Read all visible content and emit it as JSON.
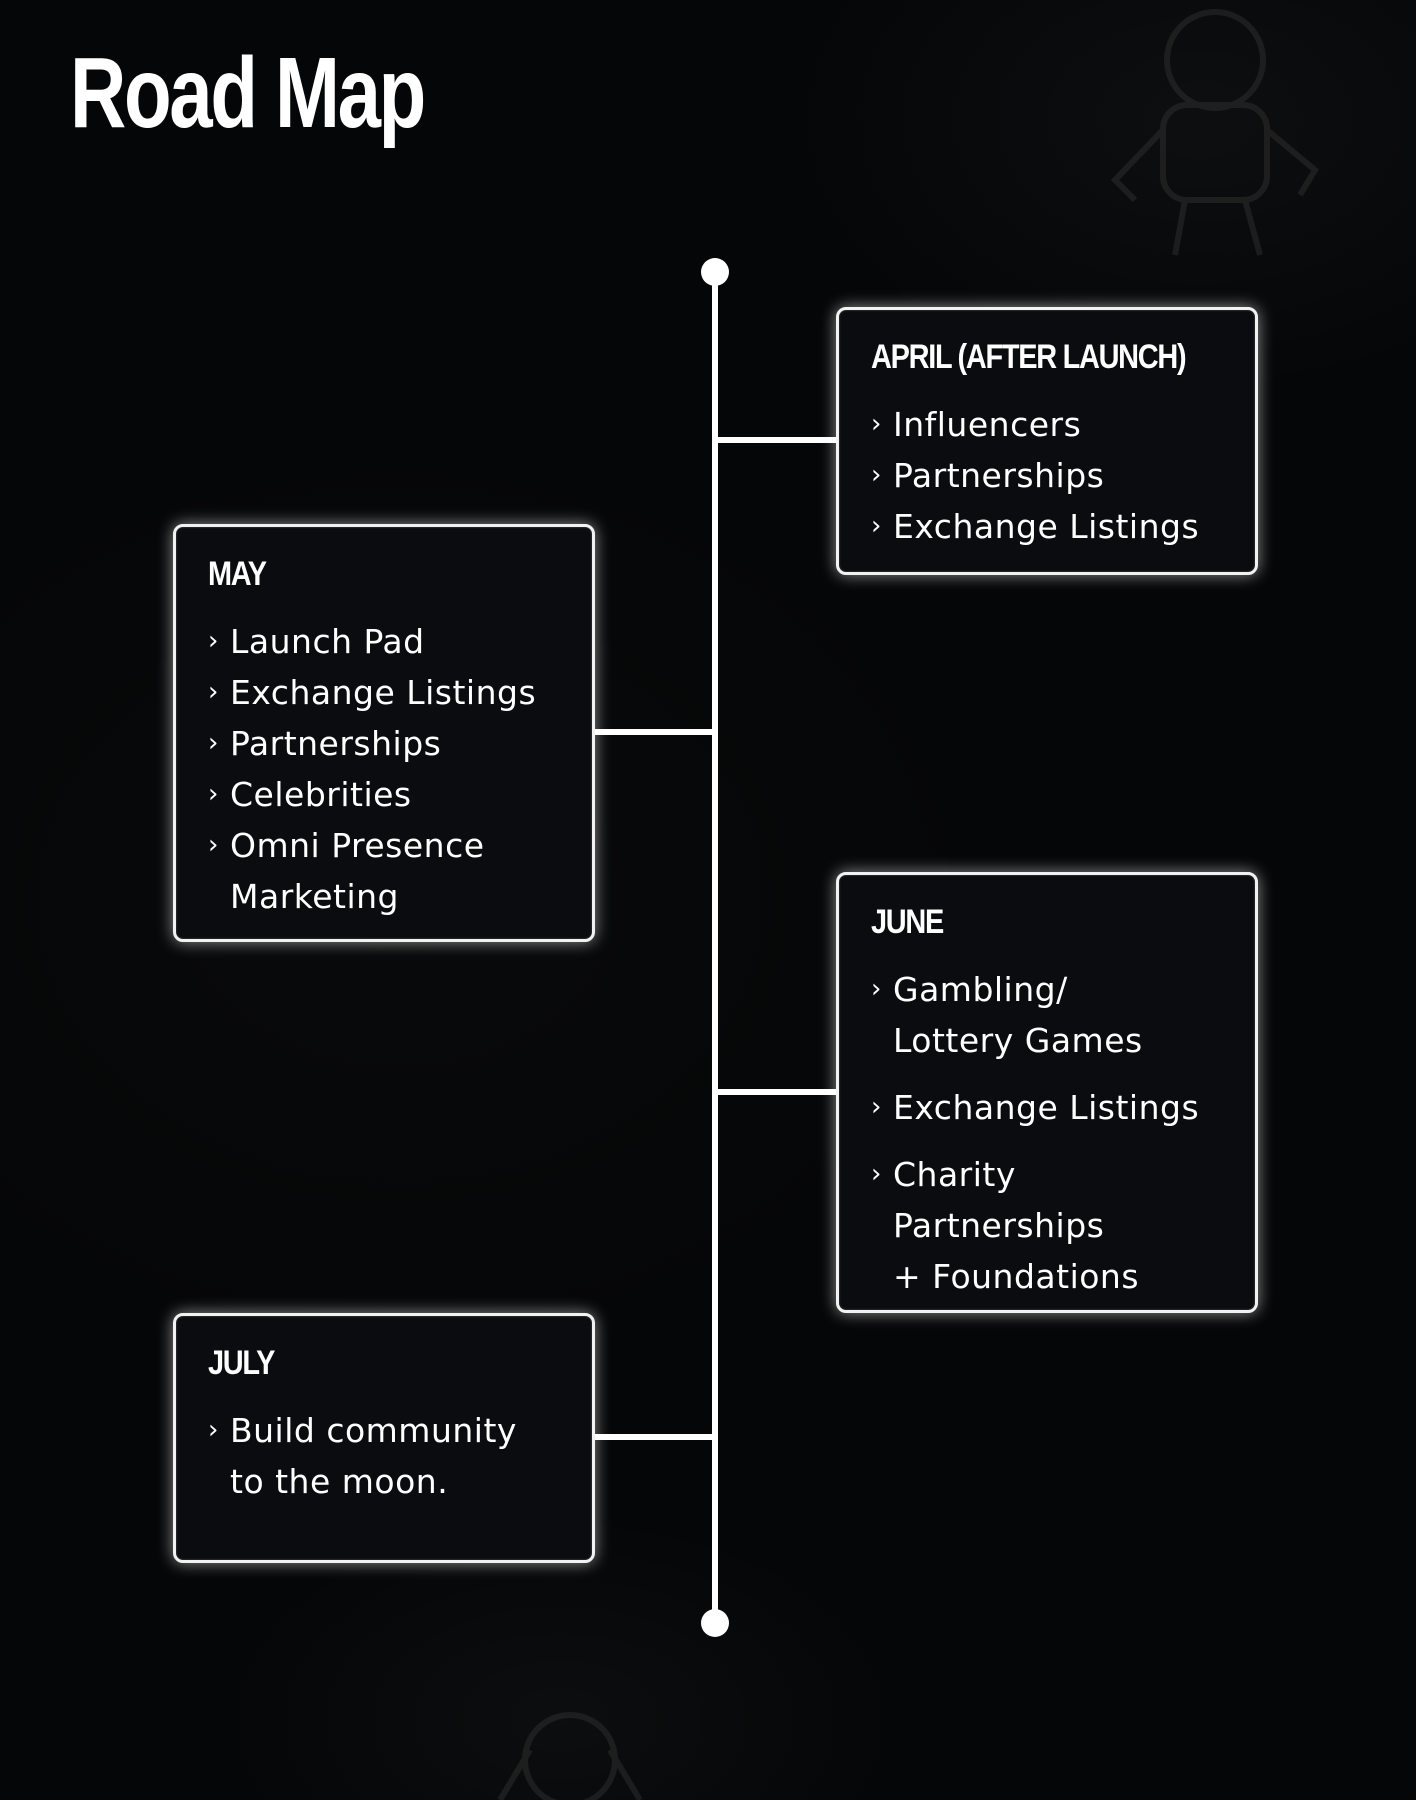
{
  "title": "Road Map",
  "colors": {
    "background": "#050607",
    "card_background": "#0a0c0f",
    "line": "#ffffff"
  },
  "icons": {
    "bullet": "chevron-right-icon",
    "background": "astronaut-icon"
  },
  "milestones": [
    {
      "id": "april",
      "heading": "APRIL (AFTER LAUNCH)",
      "side": "right",
      "items": [
        {
          "line1": "Influencers",
          "line2": ""
        },
        {
          "line1": "Partnerships",
          "line2": ""
        },
        {
          "line1": "Exchange Listings",
          "line2": ""
        }
      ]
    },
    {
      "id": "may",
      "heading": "MAY",
      "side": "left",
      "items": [
        {
          "line1": "Launch Pad",
          "line2": ""
        },
        {
          "line1": "Exchange Listings",
          "line2": ""
        },
        {
          "line1": "Partnerships",
          "line2": ""
        },
        {
          "line1": "Celebrities",
          "line2": ""
        },
        {
          "line1": "Omni Presence",
          "line2": "Marketing"
        }
      ]
    },
    {
      "id": "june",
      "heading": "JUNE",
      "side": "right",
      "items": [
        {
          "line1": "Gambling/",
          "line2": "Lottery Games"
        },
        {
          "line1": "Exchange Listings",
          "line2": ""
        },
        {
          "line1": "Charity Partnerships",
          "line2": "+ Foundations"
        }
      ]
    },
    {
      "id": "july",
      "heading": "JULY",
      "side": "left",
      "items": [
        {
          "line1": "Build community",
          "line2": "to the moon."
        }
      ]
    }
  ]
}
